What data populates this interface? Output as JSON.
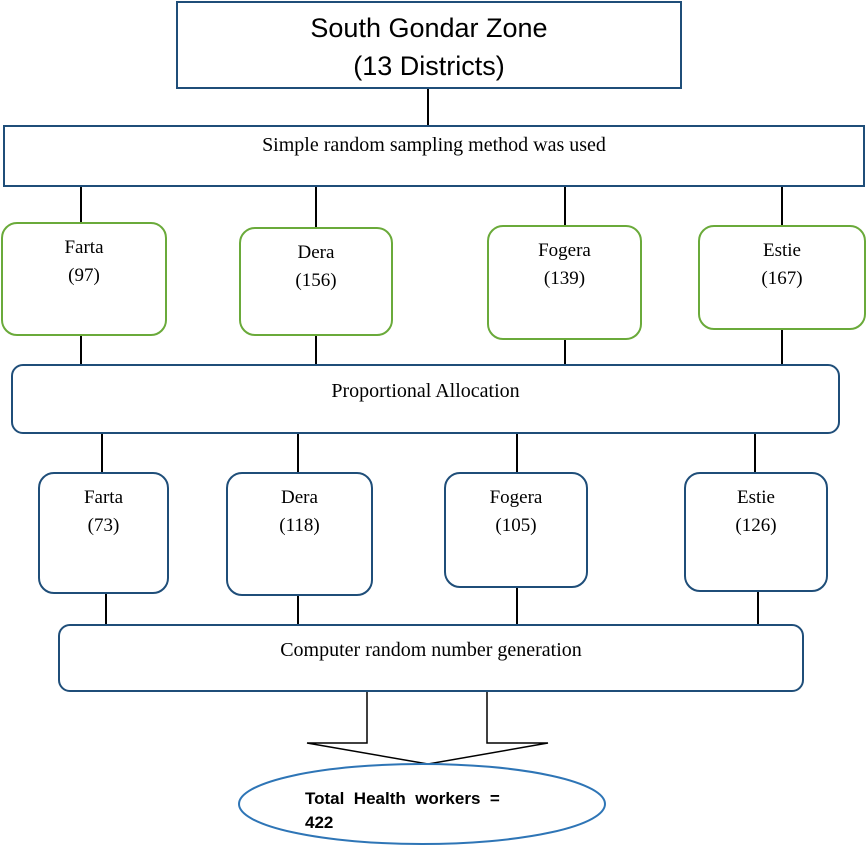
{
  "top": {
    "line1": "South Gondar Zone",
    "line2": "(13 Districts)"
  },
  "sampling_label": "Simple random sampling method was used",
  "districts": [
    {
      "name": "Farta",
      "count": "(97)"
    },
    {
      "name": "Dera",
      "count": "(156)"
    },
    {
      "name": "Fogera",
      "count": "(139)"
    },
    {
      "name": "Estie",
      "count": "(167)"
    }
  ],
  "allocation_label": "Proportional Allocation",
  "allocated": [
    {
      "name": "Farta",
      "count": "(73)"
    },
    {
      "name": "Dera",
      "count": "(118)"
    },
    {
      "name": "Fogera",
      "count": "(105)"
    },
    {
      "name": "Estie",
      "count": "(126)"
    }
  ],
  "random_label": "Computer random number generation",
  "total": {
    "line1": "Total  Health  workers  =",
    "line2": "422"
  },
  "colors": {
    "border_blue": "#1f4e79",
    "border_green": "#6aaa3a",
    "ellipse_border": "#2e75b6"
  }
}
